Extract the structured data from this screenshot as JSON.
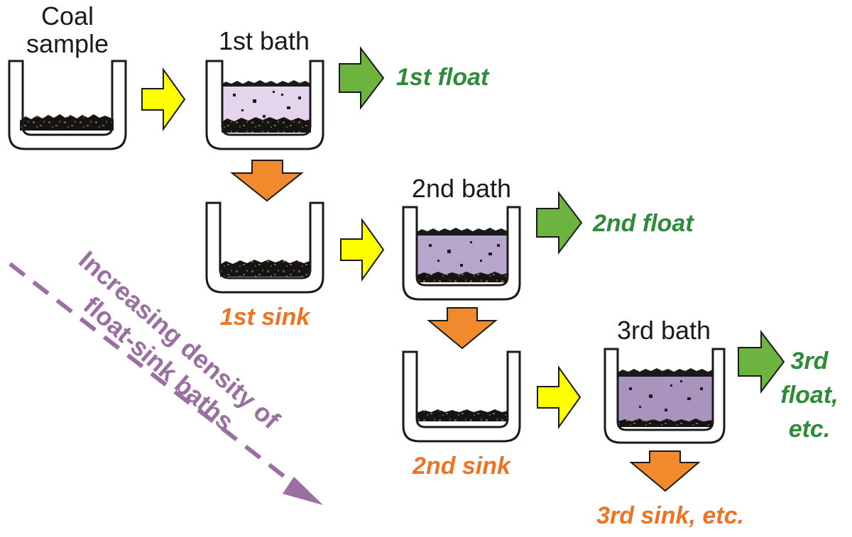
{
  "labels": {
    "coal_sample_line1": "Coal",
    "coal_sample_line2": "sample",
    "bath1": "1st bath",
    "bath2": "2nd bath",
    "bath3": "3rd bath",
    "float1": "1st float",
    "float2": "2nd float",
    "float3_line1": "3rd",
    "float3_line2": "float,",
    "float3_line3": "etc.",
    "sink1": "1st sink",
    "sink2": "2nd sink",
    "sink3": "3rd sink, etc.",
    "density_line1": "Increasing density of",
    "density_line2": "float-sink baths"
  },
  "colors": {
    "arrow_transfer": "#ffff00",
    "arrow_float": "#6db33f",
    "arrow_sink": "#f08a2c",
    "float_text": "#2e8b3a",
    "sink_text": "#ee7422",
    "density_arrow": "#9a6fa1",
    "liquid_bath1": "#e4d4ec",
    "liquid_bath2": "#b7a5cc",
    "liquid_bath3": "#a994bd"
  },
  "icons": {
    "container": "beaker-icon",
    "transfer": "right-arrow-icon",
    "float": "right-arrow-icon",
    "sink": "down-arrow-icon",
    "density": "dashed-diagonal-arrow-icon"
  }
}
